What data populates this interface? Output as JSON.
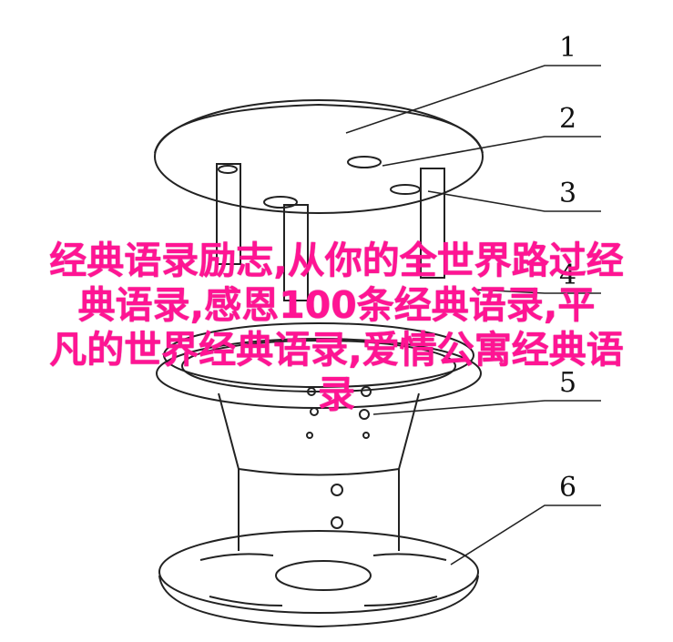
{
  "callouts": [
    "1",
    "2",
    "3",
    "4",
    "5",
    "6"
  ],
  "overlay": {
    "lines": [
      "经典语录励志,从你的全世界路过经",
      "典语录,感恩100条经典语录,平",
      "凡的世界经典语录,爱情公寓经典语",
      "录"
    ],
    "color": "#ff1493"
  },
  "colors": {
    "line": "#222222",
    "background": "#ffffff"
  }
}
